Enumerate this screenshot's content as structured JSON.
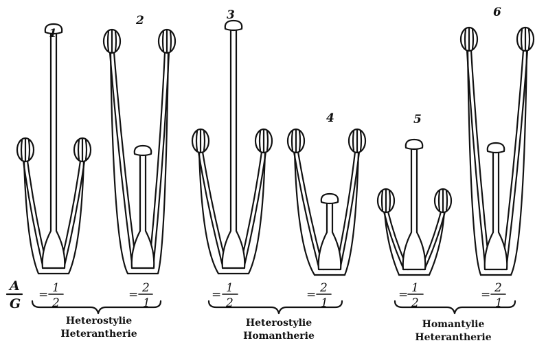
{
  "figures": [
    {
      "number": "1",
      "ratio_num": "1",
      "ratio_den": "2"
    },
    {
      "number": "2",
      "ratio_num": "2",
      "ratio_den": "1"
    },
    {
      "number": "3",
      "ratio_num": "1",
      "ratio_den": "2"
    },
    {
      "number": "4",
      "ratio_num": "2",
      "ratio_den": "1"
    },
    {
      "number": "5",
      "ratio_num": "1",
      "ratio_den": "2"
    },
    {
      "number": "6",
      "ratio_num": "2",
      "ratio_den": "1"
    }
  ],
  "ratio_label": {
    "top": "A",
    "bottom": "G",
    "equals": "="
  },
  "groups": [
    {
      "line1": "Heterostylie",
      "line2": "Heterantherie"
    },
    {
      "line1": "Heterostylie",
      "line2": "Homantherie"
    },
    {
      "line1": "Homantylie",
      "line2": "Heterantherie"
    }
  ]
}
